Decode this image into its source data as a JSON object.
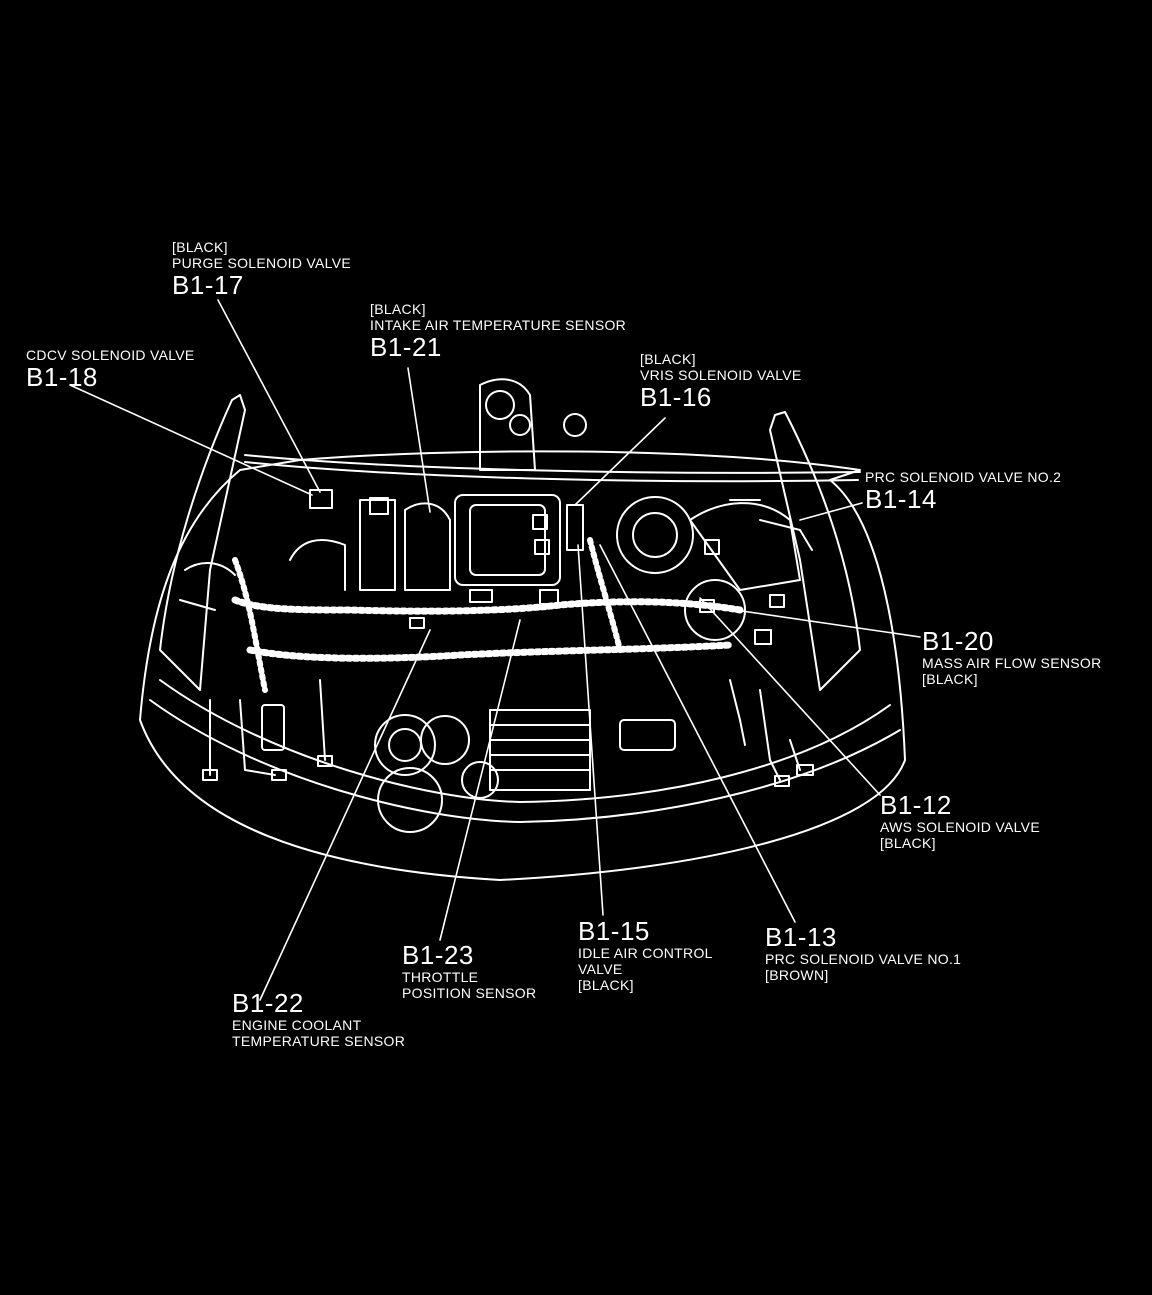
{
  "theme": {
    "background": "#000000",
    "line_color": "#ffffff"
  },
  "callouts": {
    "b1_17": {
      "color": "[BLACK]",
      "name": "PURGE SOLENOID VALVE",
      "code": "B1-17"
    },
    "b1_21": {
      "color": "[BLACK]",
      "name": "INTAKE AIR TEMPERATURE SENSOR",
      "code": "B1-21"
    },
    "b1_18": {
      "name": "CDCV SOLENOID VALVE",
      "code": "B1-18"
    },
    "b1_16": {
      "color": "[BLACK]",
      "name": "VRIS SOLENOID VALVE",
      "code": "B1-16"
    },
    "b1_14": {
      "name": "PRC SOLENOID VALVE No.2",
      "code": "B1-14"
    },
    "b1_20": {
      "code": "B1-20",
      "name": "MASS AIR FLOW SENSOR",
      "color": "[BLACK]"
    },
    "b1_12": {
      "code": "B1-12",
      "name": "AWS SOLENOID VALVE",
      "color": "[BLACK]"
    },
    "b1_13": {
      "code": "B1-13",
      "name": "PRC SOLENOID VALVE No.1",
      "color": "[BROWN]"
    },
    "b1_15": {
      "code": "B1-15",
      "name_line1": "IDLE AIR CONTROL",
      "name_line2": "VALVE",
      "color": "[BLACK]"
    },
    "b1_23": {
      "code": "B1-23",
      "name_line1": "THROTTLE",
      "name_line2": "POSITION SENSOR"
    },
    "b1_22": {
      "code": "B1-22",
      "name_line1": "ENGINE COOLANT",
      "name_line2": "TEMPERATURE SENSOR"
    }
  }
}
